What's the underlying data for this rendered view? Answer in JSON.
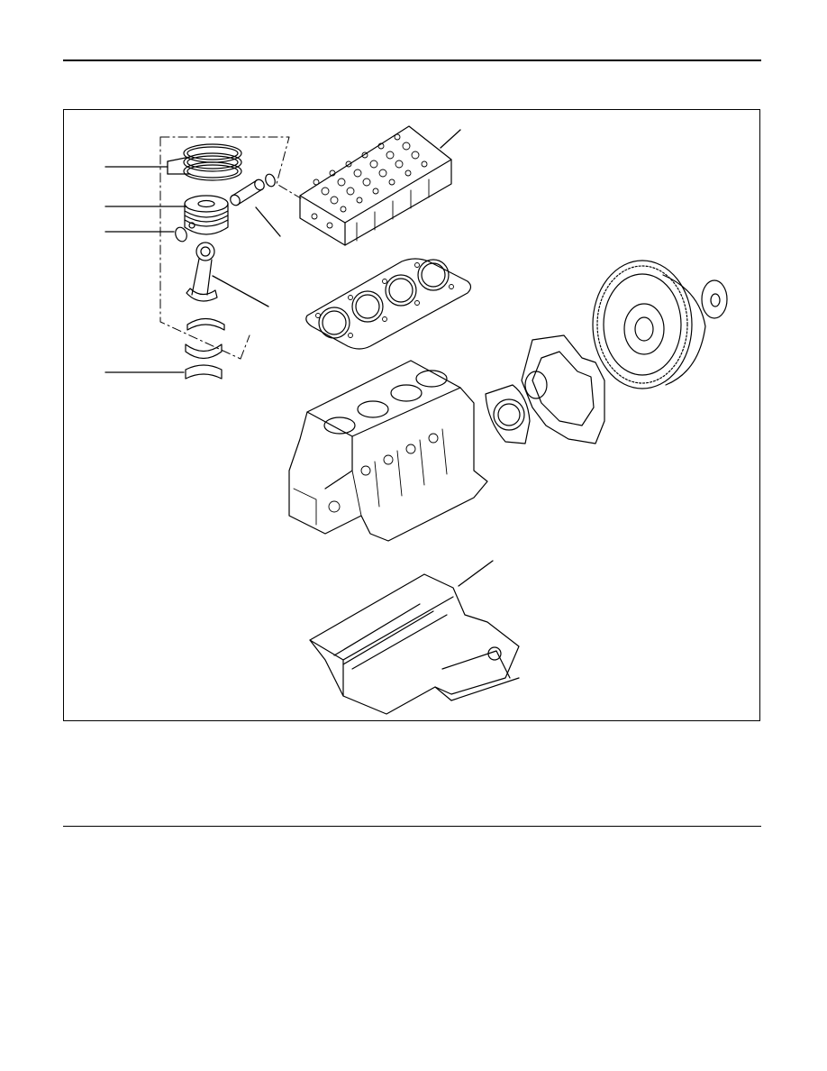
{
  "figure": {
    "parts": [
      {
        "name": "piston-ring-set"
      },
      {
        "name": "piston"
      },
      {
        "name": "piston-pin-snap-ring"
      },
      {
        "name": "piston-pin"
      },
      {
        "name": "connecting-rod"
      },
      {
        "name": "connecting-rod-bearing"
      },
      {
        "name": "cylinder-head"
      },
      {
        "name": "cylinder-head-gasket"
      },
      {
        "name": "cylinder-block"
      },
      {
        "name": "crankshaft-rear-oil-seal-retainer"
      },
      {
        "name": "flywheel-housing"
      },
      {
        "name": "flywheel"
      },
      {
        "name": "flywheel-plate"
      },
      {
        "name": "oil-pan"
      }
    ]
  }
}
